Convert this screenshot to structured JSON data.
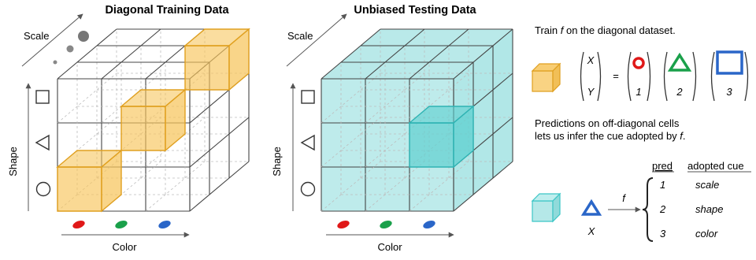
{
  "left_panel": {
    "title": "Diagonal Training Data",
    "axis_scale": "Scale",
    "axis_shape": "Shape",
    "axis_color": "Color"
  },
  "middle_panel": {
    "title": "Unbiased Testing Data",
    "axis_scale": "Scale",
    "axis_shape": "Shape",
    "axis_color": "Color"
  },
  "right_panel": {
    "train_prefix": "Train ",
    "train_f": "f",
    "train_suffix": " on the diagonal dataset.",
    "vec_x": "X",
    "vec_y": "Y",
    "equals": "=",
    "class_labels": [
      "1",
      "2",
      "3"
    ],
    "pred_line1": "Predictions on off-diagonal cells",
    "pred_line2_prefix": "lets us infer the cue adopted by ",
    "pred_line2_f": "f",
    "pred_line2_suffix": ".",
    "arrow_f": "f",
    "input_x": "X",
    "col_pred": "pred",
    "col_cue": "adopted cue",
    "rows": [
      {
        "pred": "1",
        "cue": "scale"
      },
      {
        "pred": "2",
        "cue": "shape"
      },
      {
        "pred": "3",
        "cue": "color"
      }
    ]
  },
  "colors": {
    "train_fill": "#f7c45a",
    "train_stroke": "#e0a020",
    "test_fill": "#a8e4e4",
    "test_stroke": "#3cc6c6",
    "red": "#e01818",
    "green": "#1aa04a",
    "blue": "#2a66c8"
  }
}
